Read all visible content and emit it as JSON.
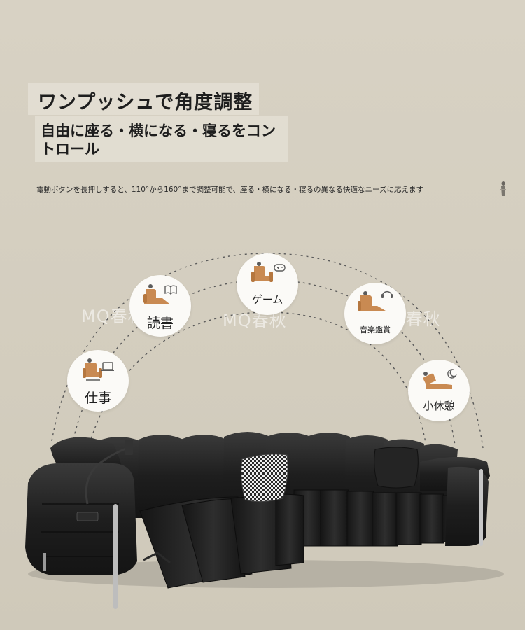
{
  "heading": {
    "title": "ワンプッシュで角度調整",
    "subtitle": "自由に座る・横になる・寝るをコントロール"
  },
  "description": "電動ボタンを長押しすると、110°から160°まで調整可能で、座る・横になる・寝るの異なる快適なニーズに応えます",
  "watermarks": [
    "MQ春秋",
    "MQ春秋",
    "MQ春秋"
  ],
  "modes": [
    {
      "label": "仕事",
      "icon": "sofa-work-icon"
    },
    {
      "label": "読書",
      "icon": "sofa-book-icon"
    },
    {
      "label": "ゲーム",
      "icon": "sofa-gamepad-icon"
    },
    {
      "label": "音楽鑑賞",
      "icon": "sofa-music-icon"
    },
    {
      "label": "小休憩",
      "icon": "sofa-moon-icon"
    }
  ],
  "colors": {
    "background": "#d6d0c2",
    "icon_accent": "#c98a52",
    "sofa_leather": "#1c1c1c",
    "arc_dash": "#5a5a5a"
  }
}
